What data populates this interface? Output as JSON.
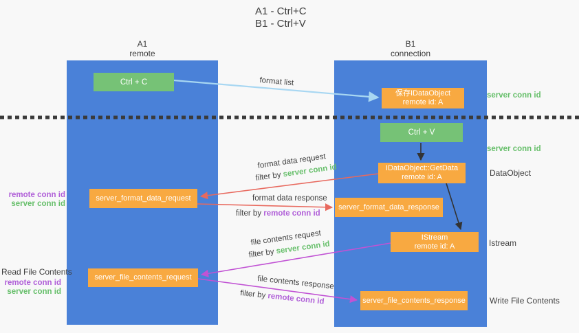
{
  "title": {
    "line1": "A1 - Ctrl+C",
    "line2": "B1 - Ctrl+V"
  },
  "lanes": {
    "a1": {
      "name": "A1",
      "subtitle": "remote"
    },
    "b1": {
      "name": "B1",
      "subtitle": "connection"
    }
  },
  "nodes": {
    "ctrl_c": {
      "label": "Ctrl + C"
    },
    "save_idataobject": {
      "title": "保存IDataObject",
      "subtitle": "remote id: A"
    },
    "ctrl_v": {
      "label": "Ctrl + V"
    },
    "getdata": {
      "title": "IDataObject::GetData",
      "subtitle": "remote id: A"
    },
    "istream": {
      "title": "IStream",
      "subtitle": "remote id: A"
    },
    "format_request": {
      "label": "server_format_data_request"
    },
    "format_response": {
      "label": "server_format_data_response"
    },
    "file_request": {
      "label": "server_file_contents_request"
    },
    "file_response": {
      "label": "server_file_contents_response"
    }
  },
  "edges": {
    "format_list": {
      "label": "format list"
    },
    "format_data_request": {
      "label": "format data request",
      "filter_prefix": "filter by ",
      "filter_key": "server conn id"
    },
    "format_data_response": {
      "label": "format data response",
      "filter_prefix": "filter by ",
      "filter_key": "remote conn id"
    },
    "file_contents_request": {
      "label": "file contents request",
      "filter_prefix": "filter by ",
      "filter_key": "server conn id"
    },
    "file_contents_response": {
      "label": "file contents response",
      "filter_prefix": "filter by ",
      "filter_key": "remote conn id"
    }
  },
  "annotations": {
    "right": {
      "server_conn_id_top": "server conn id",
      "server_conn_id_mid": "server conn id",
      "dataobject": "DataObject",
      "istream": "Istream",
      "write_file_contents": "Write File Contents"
    },
    "left": {
      "format_block": {
        "remote_conn_id": "remote conn id",
        "server_conn_id": "server conn id"
      },
      "read_file_contents": "Read File Contents",
      "file_block": {
        "remote_conn_id": "remote conn id",
        "server_conn_id": "server conn id"
      }
    }
  },
  "colors": {
    "lane_blue": "#4a81d8",
    "box_green": "#76c276",
    "box_orange": "#f8a941",
    "arrow_light_blue": "#a8d7f2",
    "arrow_red": "#e8695e",
    "arrow_magenta": "#c153d4",
    "arrow_black": "#333333",
    "text_green": "#67bf6b",
    "text_purple": "#b05fd8",
    "dashed_line": "#3a3a3a"
  }
}
